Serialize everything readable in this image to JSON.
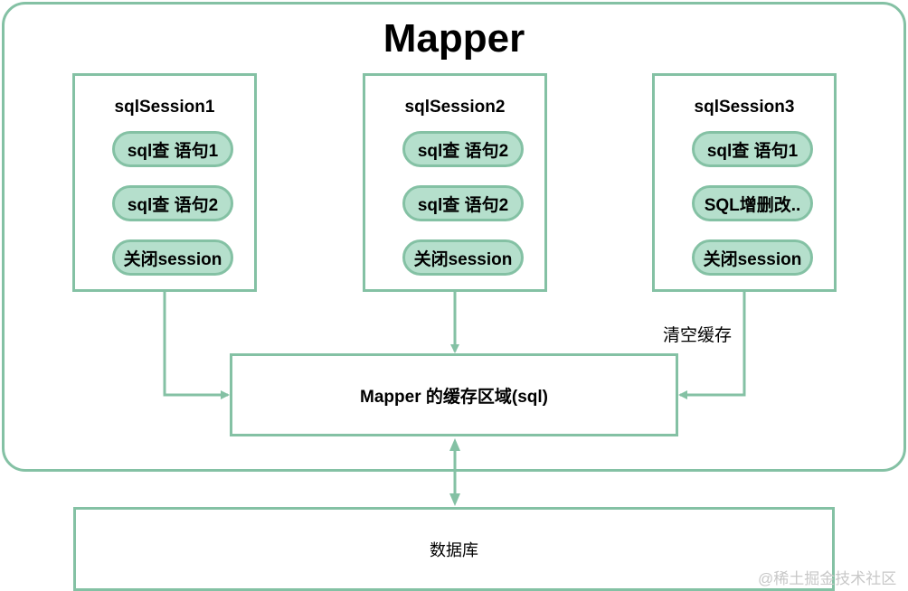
{
  "mapper": {
    "title": "Mapper"
  },
  "sessions": [
    {
      "title": "sqlSession1",
      "items": [
        "sql查 语句1",
        "sql查 语句2",
        "关闭session"
      ]
    },
    {
      "title": "sqlSession2",
      "items": [
        "sql查 语句2",
        "sql查 语句2",
        "关闭session"
      ]
    },
    {
      "title": "sqlSession3",
      "items": [
        "sql查 语句1",
        "SQL增删改..",
        "关闭session"
      ]
    }
  ],
  "cache": {
    "label": "Mapper 的缓存区域(sql)"
  },
  "clear_label": "清空缓存",
  "database": {
    "label": "数据库"
  },
  "watermark": "@稀土掘金技术社区",
  "colors": {
    "stroke": "#84c1a4",
    "pill_fill": "#b5dfcc"
  }
}
